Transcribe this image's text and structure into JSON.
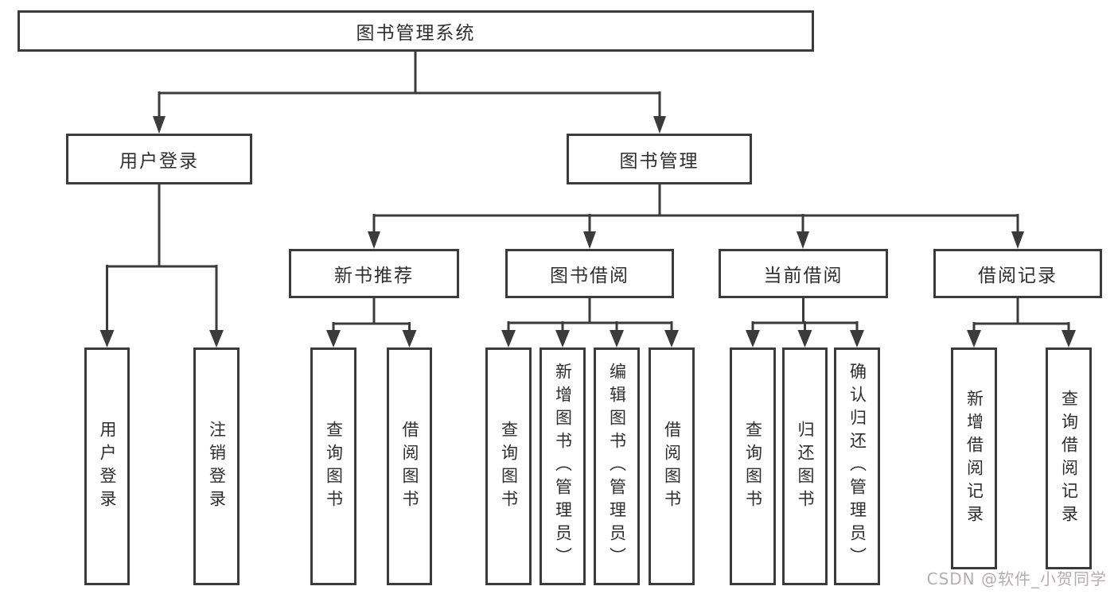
{
  "nodes": {
    "root": "图书管理系统",
    "level2": {
      "user_login": "用户登录",
      "book_mgmt": "图书管理"
    },
    "level3": {
      "new_books": "新书推荐",
      "book_borrow": "图书借阅",
      "current_borrow": "当前借阅",
      "borrow_records": "借阅记录"
    }
  },
  "leaves": {
    "user_login": [
      "用户登录",
      "注销登录"
    ],
    "new_books": [
      "查询图书",
      "借阅图书"
    ],
    "book_borrow": [
      "查询图书",
      "新增图书（管理员）",
      "编辑图书（管理员）",
      "借阅图书"
    ],
    "current_borrow": [
      "查询图书",
      "归还图书",
      "确认归还（管理员）"
    ],
    "borrow_records": [
      "新增借阅记录",
      "查询借阅记录"
    ]
  },
  "watermark": "CSDN @软件_小贺同学",
  "colors": {
    "line": "#3b3b3b",
    "text": "#2e2e2e",
    "watermark": "#b3aeae",
    "background": "#ffffff"
  }
}
